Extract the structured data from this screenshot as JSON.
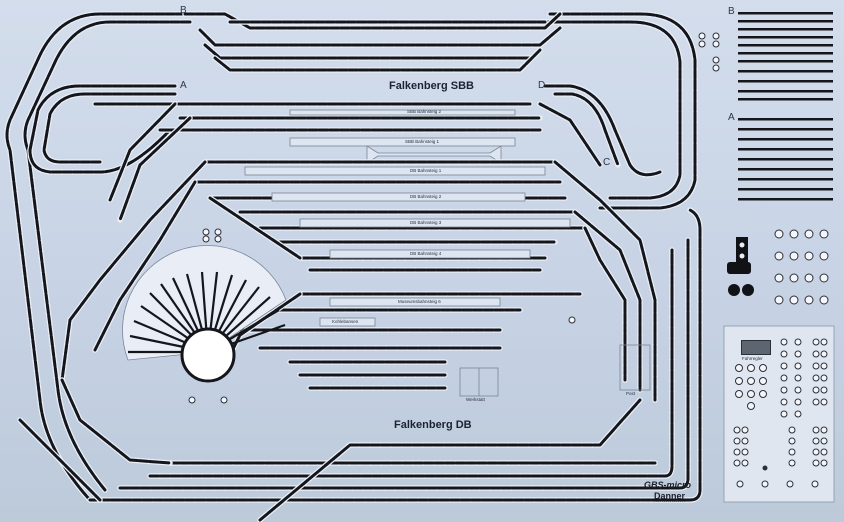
{
  "stations": {
    "top": "Falkenberg SBB",
    "bottom": "Falkenberg DB"
  },
  "connectors": {
    "b_left": "B",
    "b_right": "B",
    "a_left": "A",
    "a_right": "A",
    "c_mid": "C",
    "d_mid": "D"
  },
  "track_labels": {
    "sbb_2": "SBB Bahnsteig 2",
    "sbb_1": "SBB Bahnsteig 1",
    "db_1": "DB Bahnsteig 1",
    "db_2": "DB Bahnsteig 2",
    "db_3": "DB Bahnsteig 3",
    "db_4": "DB Bahnsteig 4",
    "museum": "Museumsbahnsteig 6",
    "kohle": "Kohlebansen",
    "werkstatt": "Werkstatt",
    "post": "Post",
    "fahrregler": "Fahrregler"
  },
  "brand": {
    "line1": "GBS-micro",
    "line2": "Danner"
  },
  "colors": {
    "panel": "#c9d5e6",
    "track": "#15161c",
    "track_outline": "#e8eef7",
    "accent_red": "#c0392b"
  },
  "icons": {
    "signal": "signal-icon",
    "turntable": "turntable-icon"
  }
}
